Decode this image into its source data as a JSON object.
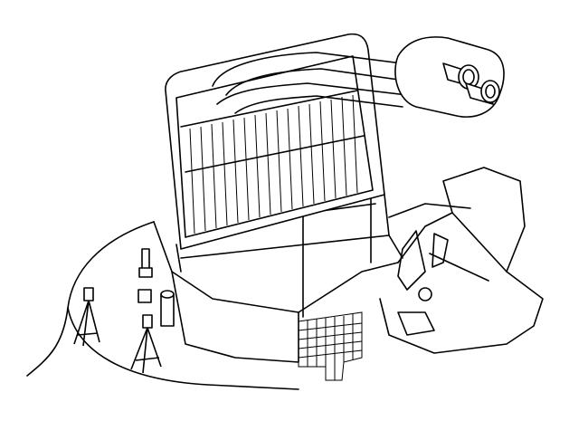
{
  "figure": {
    "style": "black line drawing",
    "colors": {
      "stroke": "#000000",
      "background": "#ffffff"
    },
    "components": [
      "heater-core",
      "heater-core-tubes",
      "tube-flange",
      "heater-case",
      "support-stands",
      "mounting-studs"
    ]
  }
}
